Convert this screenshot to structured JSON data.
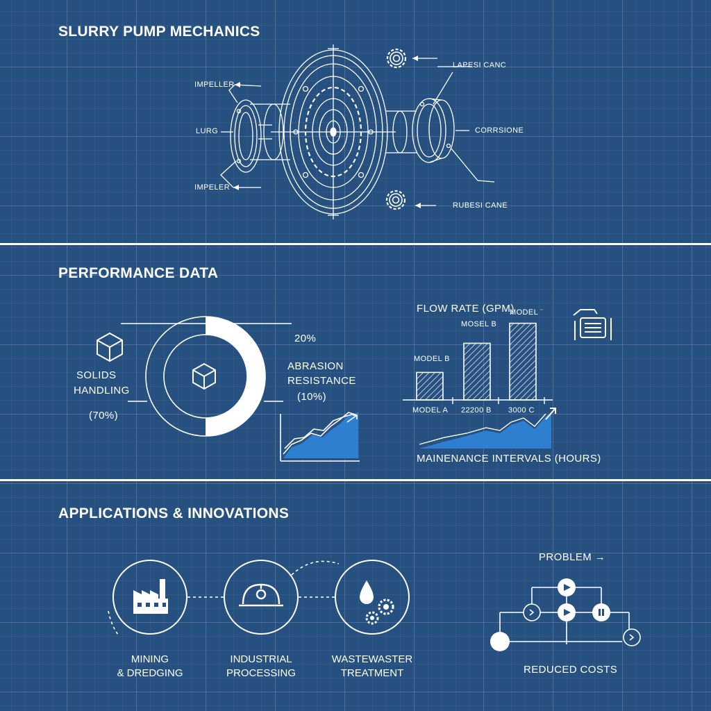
{
  "mechanics": {
    "title": "SLURRY PUMP MECHANICS",
    "labels": {
      "impeller_top": "IMPELLER",
      "lurg": "LURG",
      "impeller_bottom": "IMPELER",
      "lapest_cane": "LAPESI CANC",
      "corrosion": "CORRSIONE",
      "rubest_cane": "RUBESI CANE"
    }
  },
  "performance": {
    "title": "PERFORMANCE DATA",
    "donut": {
      "solids_label_1": "SOLIDS",
      "solids_label_2": "HANDLING",
      "solids_value": "(70%)",
      "top_value": "20%",
      "abrasion_label_1": "ABRASION",
      "abrasion_label_2": "RESISTANCE",
      "abrasion_value": "(10%)",
      "segments": [
        {
          "name": "SOLIDS HANDLING",
          "percent": 70
        },
        {
          "name": "ABRASION RESISTANCE",
          "percent": 10
        }
      ]
    },
    "bar_chart": {
      "title": "FLOW RATE (GPM)",
      "bar_labels": [
        "MODEL B",
        "MOSEL B",
        "MODEL ¨"
      ],
      "tick_labels": [
        "MODEL A",
        "22200 B",
        "3000 C"
      ],
      "bar_levels": [
        0.33,
        0.68,
        0.92
      ]
    },
    "line_chart_footer": "MAINENANCE INTERVALS (HOURS)"
  },
  "applications": {
    "title": "APPLICATIONS & INNOVATIONS",
    "items": [
      {
        "line1": "MINING",
        "line2": "& DREDGING",
        "icon": "factory-icon"
      },
      {
        "line1": "INDUSTRIAL",
        "line2": "PROCESSING",
        "icon": "hard-hat-icon"
      },
      {
        "line1": "WASTEWASTER",
        "line2": "TREATMENT",
        "icon": "droplet-gears-icon"
      }
    ],
    "flow": {
      "problem_label": "PROBLEM →",
      "result_label": "REDUCED COSTS"
    }
  },
  "colors": {
    "background": "#26507f",
    "line": "#ffffff",
    "accent_fill": "#2f7fd1"
  }
}
